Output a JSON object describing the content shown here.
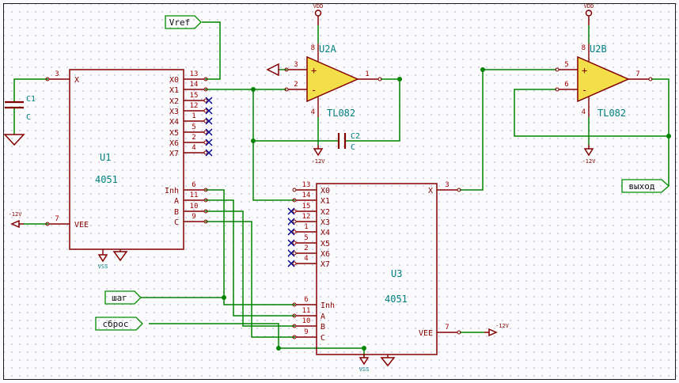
{
  "u1": {
    "ref": "U1",
    "value": "4051",
    "x": {
      "name": "X",
      "num": "3"
    },
    "vee": {
      "name": "VEE",
      "num": "7"
    },
    "rp": [
      {
        "n": "X0",
        "p": "13"
      },
      {
        "n": "X1",
        "p": "14"
      },
      {
        "n": "X2",
        "p": "15"
      },
      {
        "n": "X3",
        "p": "12"
      },
      {
        "n": "X4",
        "p": "1"
      },
      {
        "n": "X5",
        "p": "5"
      },
      {
        "n": "X6",
        "p": "2"
      },
      {
        "n": "X7",
        "p": "4"
      },
      {
        "n": "Inh",
        "p": "6"
      },
      {
        "n": "A",
        "p": "11"
      },
      {
        "n": "B",
        "p": "10"
      },
      {
        "n": "C",
        "p": "9"
      }
    ]
  },
  "u3": {
    "ref": "U3",
    "value": "4051",
    "x": {
      "name": "X",
      "num": "3"
    },
    "vee": {
      "name": "VEE",
      "num": "7"
    },
    "lp": [
      {
        "n": "X0",
        "p": "13"
      },
      {
        "n": "X1",
        "p": "14"
      },
      {
        "n": "X2",
        "p": "15"
      },
      {
        "n": "X3",
        "p": "12"
      },
      {
        "n": "X4",
        "p": "1"
      },
      {
        "n": "X5",
        "p": "5"
      },
      {
        "n": "X6",
        "p": "2"
      },
      {
        "n": "X7",
        "p": "4"
      },
      {
        "n": "Inh",
        "p": "6"
      },
      {
        "n": "A",
        "p": "11"
      },
      {
        "n": "B",
        "p": "10"
      },
      {
        "n": "C",
        "p": "9"
      }
    ]
  },
  "u2a": {
    "ref": "U2A",
    "value": "TL082",
    "plus": "+",
    "minus": "-",
    "pins": {
      "inp": "3",
      "inn": "2",
      "out": "1",
      "vp": "8",
      "vm": "4"
    }
  },
  "u2b": {
    "ref": "U2B",
    "value": "TL082",
    "plus": "+",
    "minus": "-",
    "pins": {
      "inp": "5",
      "inn": "6",
      "out": "7",
      "vp": "8",
      "vm": "4"
    }
  },
  "c1": {
    "ref": "C1",
    "value": "C"
  },
  "c2": {
    "ref": "C2",
    "value": "C"
  },
  "labels": {
    "vref": "Vref",
    "step": "шаг",
    "reset": "сброс",
    "out": "выход"
  },
  "power": {
    "vdd": "VDD",
    "vss": "VSS",
    "neg12": "-12V"
  }
}
